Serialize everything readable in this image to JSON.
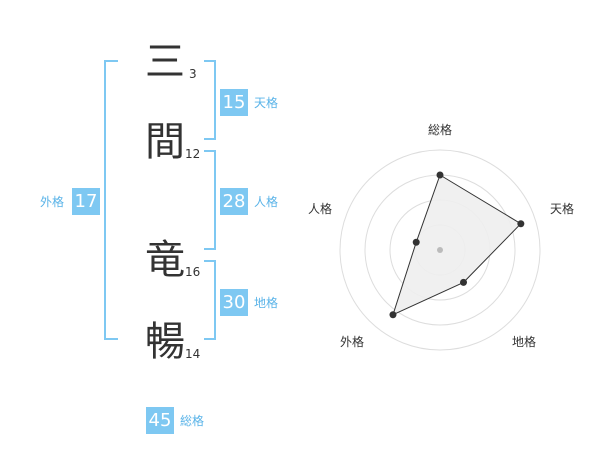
{
  "name": {
    "chars": [
      {
        "char": "三",
        "strokes": "3"
      },
      {
        "char": "間",
        "strokes": "12"
      },
      {
        "char": "竜",
        "strokes": "16"
      },
      {
        "char": "暢",
        "strokes": "14"
      }
    ]
  },
  "fortunes": {
    "tenkaku": {
      "value": "15",
      "label": "天格"
    },
    "jinkaku": {
      "value": "28",
      "label": "人格"
    },
    "chikaku": {
      "value": "30",
      "label": "地格"
    },
    "gaikaku": {
      "value": "17",
      "label": "外格"
    },
    "soukaku": {
      "value": "45",
      "label": "総格"
    }
  },
  "radar": {
    "axes": [
      "総格",
      "天格",
      "地格",
      "外格",
      "人格"
    ],
    "scores": [
      0.75,
      0.85,
      0.4,
      0.8,
      0.25
    ],
    "colors": {
      "ring": "#dddddd",
      "fill": "#eeeeee",
      "line": "#333333",
      "center": "#bbbbbb"
    }
  },
  "colors": {
    "accent": "#7ec8f2",
    "accent_text": "#59b3e8"
  }
}
